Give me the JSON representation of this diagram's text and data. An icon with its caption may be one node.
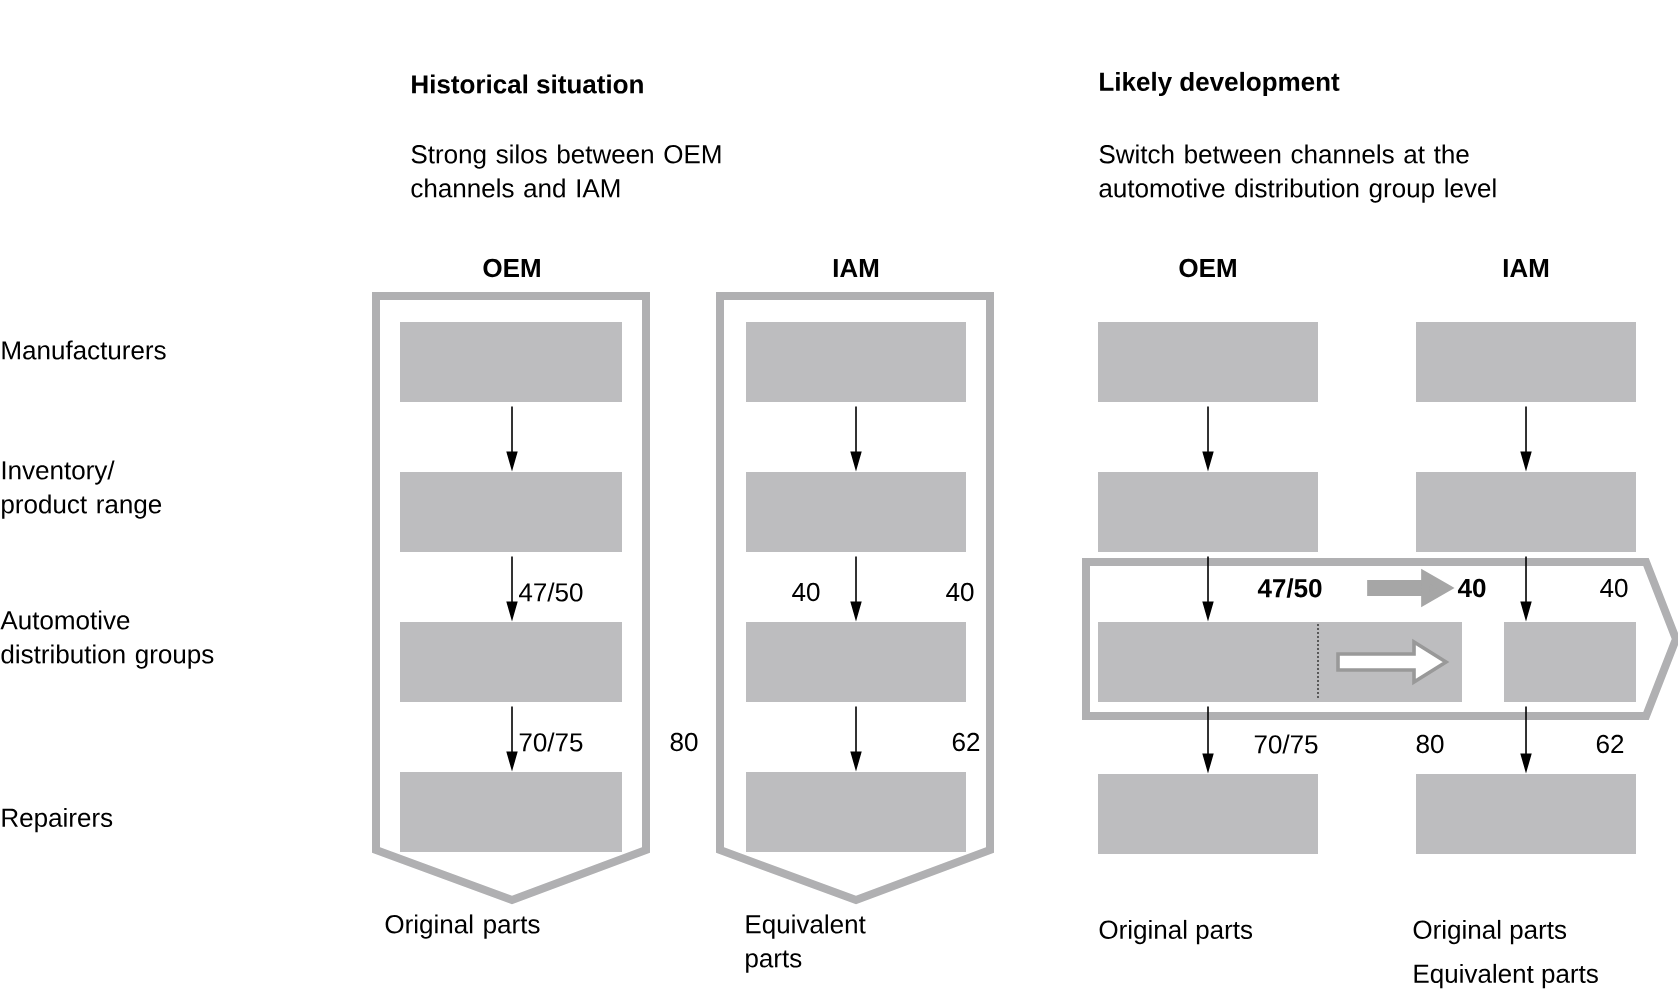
{
  "diagram": {
    "nodes": [
      {
        "text": [
          "OEM"
        ],
        "beside": [
          "Original parts"
        ]
      },
      {
        "text": [
          "IAM"
        ],
        "beside": [
          "Equivalent parts"
        ]
      },
      {
        "text": [],
        "shape": "box",
        "in": 0
      },
      {
        "text": [],
        "shape": "box",
        "in": 0
      },
      {
        "text": [],
        "shape": "box",
        "in": 0
      },
      {
        "text": [],
        "shape": "box",
        "in": 0
      },
      {
        "text": [],
        "shape": "box",
        "in": 1
      },
      {
        "text": [],
        "shape": "box",
        "in": 1
      },
      {
        "text": [],
        "shape": "box",
        "in": 1
      },
      {
        "text": [],
        "shape": "box",
        "in": 1
      },
      {
        "text": [],
        "shape": "box"
      },
      {
        "text": [],
        "shape": "box"
      },
      {
        "text": [],
        "shape": "box"
      },
      {
        "text": [],
        "shape": "box"
      },
      {
        "text": [],
        "shape": "arrow"
      },
      {
        "text": [],
        "shape": "box",
        "in": 14
      },
      {
        "text": [],
        "shape": "box",
        "in": 14
      },
      {
        "text": [],
        "shape": "box"
      },
      {
        "text": [],
        "shape": "box"
      },
      {
        "text": [
          "40"
        ],
        "in": 14
      }
    ],
    "edges": [
      {
        "from": 2,
        "to": 3,
        "arrow": "to"
      },
      {
        "from": 3,
        "to": 4,
        "arrow": "to",
        "label": "47/50"
      },
      {
        "from": 4,
        "to": 5,
        "arrow": "to",
        "label": "70/75"
      },
      {
        "from": 6,
        "to": 7,
        "arrow": "to"
      },
      {
        "from": 7,
        "to": 8,
        "arrow": "to",
        "label": "40"
      },
      {
        "from": 8,
        "to": 9,
        "arrow": "to",
        "label": "62"
      },
      {
        "from": 10,
        "to": 12,
        "arrow": "to"
      },
      {
        "from": 11,
        "to": 13,
        "arrow": "to"
      },
      {
        "from": 12,
        "to": 15,
        "arrow": "to",
        "label": "47/50"
      },
      {
        "from": 13,
        "to": 16,
        "arrow": "to",
        "label": "40"
      },
      {
        "from": 15,
        "to": 17,
        "arrow": "to",
        "label": "70/75"
      },
      {
        "from": 16,
        "to": 18,
        "arrow": "to",
        "label": "62"
      },
      {
        "from": null,
        "to": 19,
        "arrow": "to",
        "style": "thick",
        "color": "#a6a6a6"
      }
    ],
    "labels": [
      "Historical situation",
      "Strong silos between OEM channels and IAM",
      "Likely development",
      "Switch between channels at the automotive distribution group level",
      "Manufacturers",
      "Inventory/ product range",
      "Automotive distribution groups",
      "Repairers",
      "40",
      "80",
      "OEM",
      "IAM",
      "80",
      "Original parts",
      "Original parts",
      "Equivalent parts"
    ]
  }
}
